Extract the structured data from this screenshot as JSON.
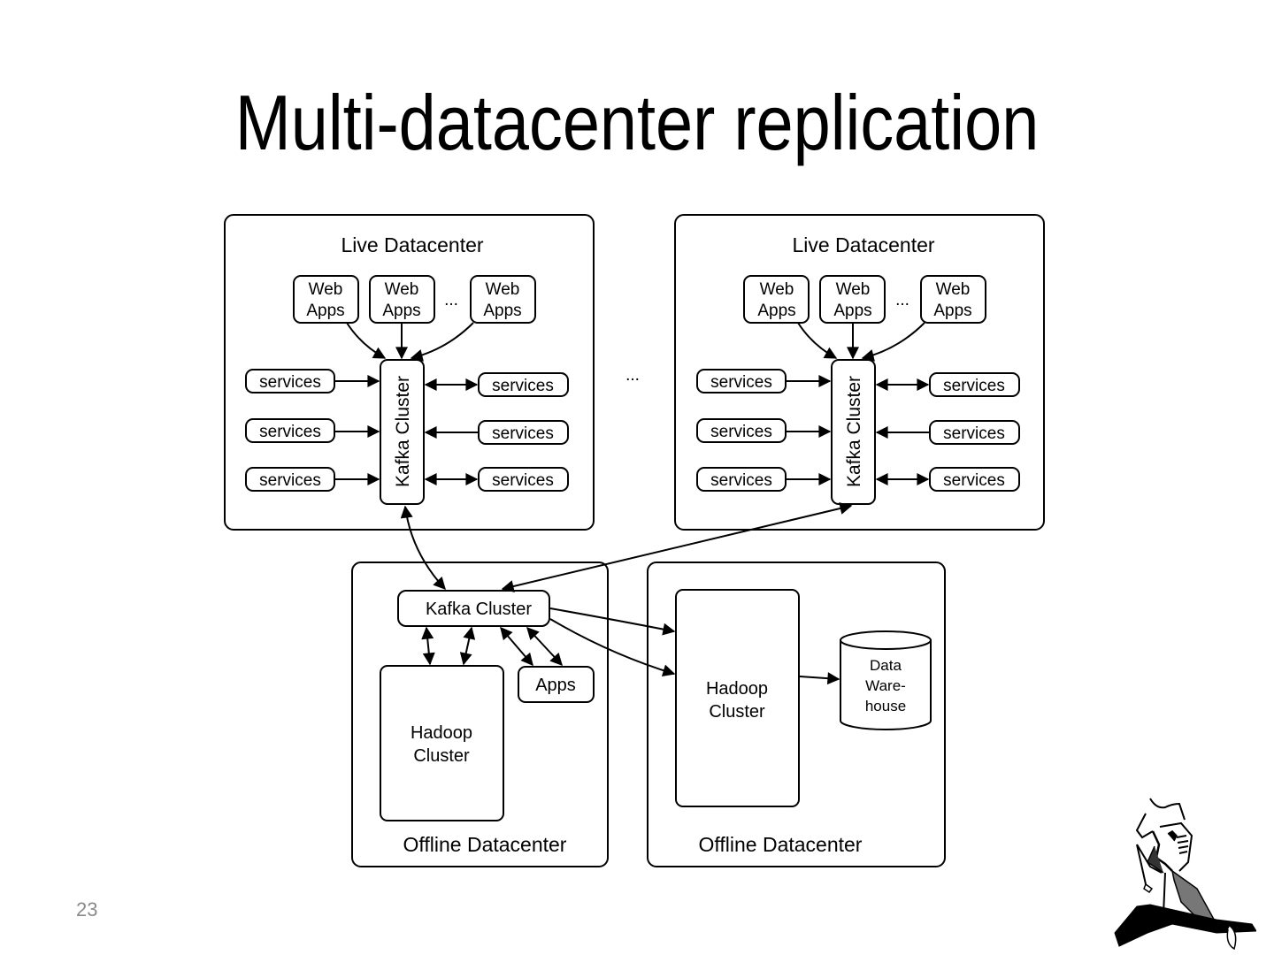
{
  "slide": {
    "title": "Multi-datacenter replication",
    "page_number": "23"
  },
  "diagram": {
    "live_datacenters": [
      {
        "label": "Live Datacenter",
        "web_apps": [
          "Web\nApps",
          "Web\nApps",
          "Web\nApps"
        ],
        "web_apps_ellipsis": "...",
        "kafka_label": "Kafka Cluster",
        "services_left": [
          "services",
          "services",
          "services"
        ],
        "services_right": [
          "services",
          "services",
          "services"
        ]
      },
      {
        "label": "Live Datacenter",
        "web_apps": [
          "Web\nApps",
          "Web\nApps",
          "Web\nApps"
        ],
        "web_apps_ellipsis": "...",
        "kafka_label": "Kafka Cluster",
        "services_left": [
          "services",
          "services",
          "services"
        ],
        "services_right": [
          "services",
          "services",
          "services"
        ]
      }
    ],
    "between_live_ellipsis": "...",
    "offline_datacenters": [
      {
        "label": "Offline Datacenter",
        "kafka_label": "Kafka Cluster",
        "hadoop_label": [
          "Hadoop",
          "Cluster"
        ],
        "apps_label": "Apps"
      },
      {
        "label": "Offline Datacenter",
        "hadoop_label": [
          "Hadoop",
          "Cluster"
        ],
        "warehouse_label": [
          "Data",
          "Ware-",
          "house"
        ]
      }
    ],
    "connections": [
      {
        "from": "web-apps",
        "to": "live-kafka",
        "direction": "one-way"
      },
      {
        "from": "services-left",
        "to": "live-kafka",
        "direction": "one-way"
      },
      {
        "from": "services-right-top",
        "to": "live-kafka",
        "direction": "two-way"
      },
      {
        "from": "services-right-middle",
        "to": "live-kafka",
        "direction": "one-way"
      },
      {
        "from": "services-right-bottom",
        "to": "live-kafka",
        "direction": "two-way"
      },
      {
        "from": "live-kafka-1",
        "to": "offline-kafka",
        "direction": "two-way"
      },
      {
        "from": "live-kafka-2",
        "to": "offline-kafka",
        "direction": "two-way"
      },
      {
        "from": "offline-kafka",
        "to": "offline-hadoop-1",
        "direction": "two-way"
      },
      {
        "from": "offline-kafka",
        "to": "offline-apps",
        "direction": "two-way"
      },
      {
        "from": "offline-kafka",
        "to": "offline-hadoop-2",
        "direction": "one-way"
      },
      {
        "from": "offline-hadoop-2",
        "to": "data-warehouse",
        "direction": "one-way"
      }
    ]
  }
}
